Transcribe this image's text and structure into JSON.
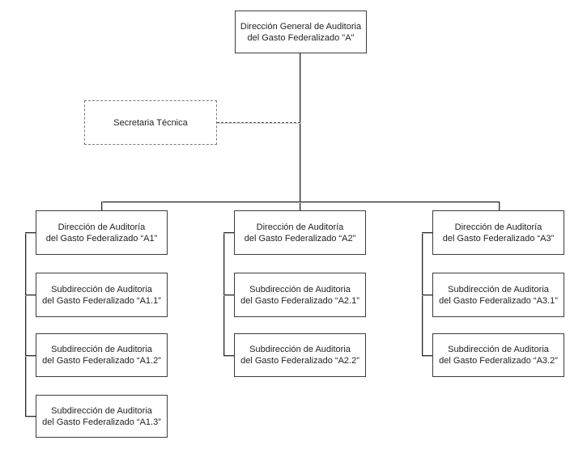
{
  "org_chart": {
    "root": {
      "title": "Dirección General de Auditoria\ndel Gasto Federalizado \"A\""
    },
    "staff": {
      "title": "Secretaria Técnica"
    },
    "columns": [
      {
        "director": "Dirección de Auditoría\ndel Gasto Federalizado “A1”",
        "subs": [
          "Subdirección de Auditoria\ndel Gasto Federalizado “A1.1”",
          "Subdirección de Auditoria\ndel Gasto Federalizado “A1.2”",
          "Subdirección de Auditoria\ndel Gasto Federalizado “A1.3”"
        ]
      },
      {
        "director": "Dirección de Auditoría\ndel Gasto Federalizado “A2”",
        "subs": [
          "Subdirección de Auditoria\ndel Gasto Federalizado “A2.1”",
          "Subdirección de Auditoria\ndel Gasto Federalizado “A2.2”"
        ]
      },
      {
        "director": "Dirección de Auditoría\ndel Gasto Federalizado “A3”",
        "subs": [
          "Subdirección de Auditoria\ndel Gasto Federalizado “A3.1”",
          "Subdirección de Auditoria\ndel Gasto Federalizado “A3.2”"
        ]
      }
    ]
  }
}
